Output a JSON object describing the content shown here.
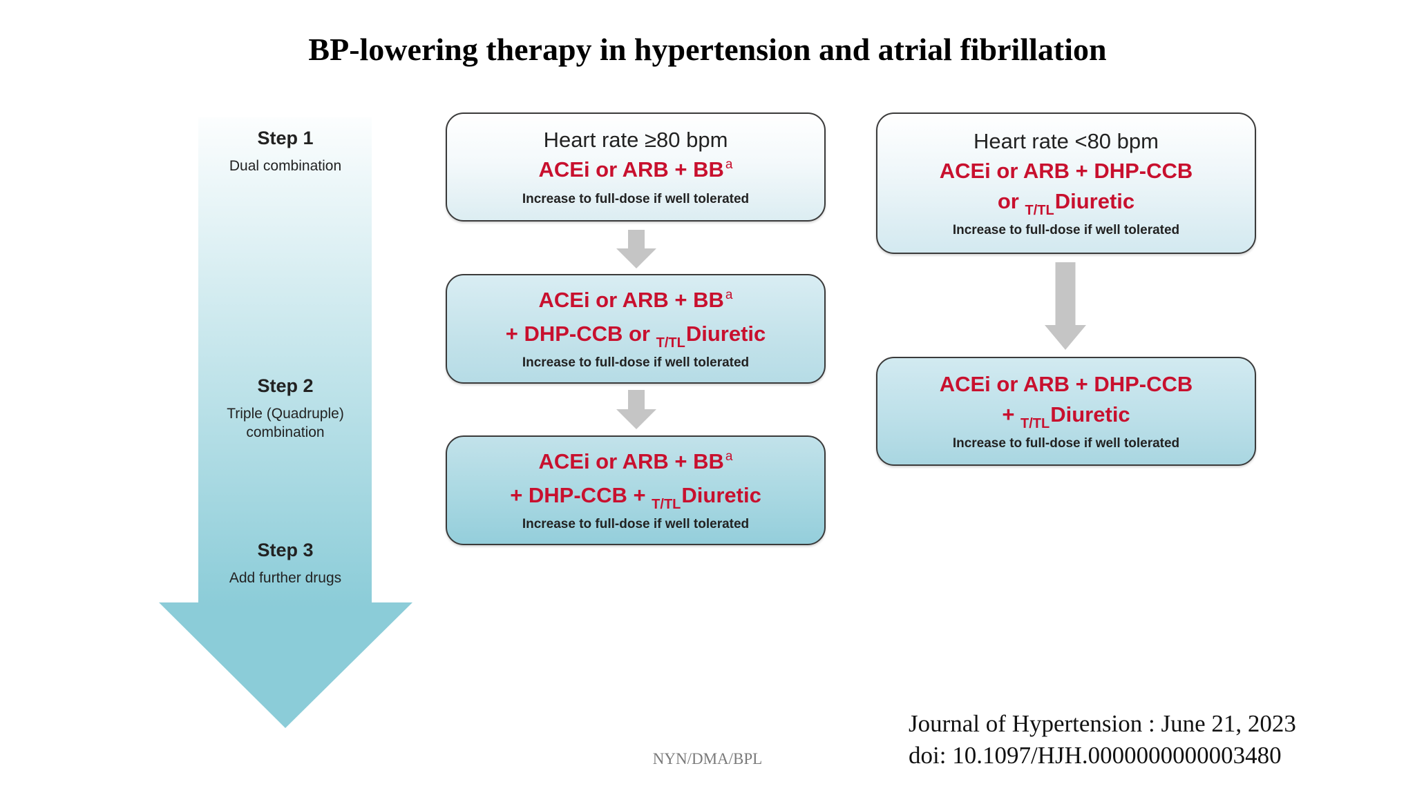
{
  "title": "BP-lowering therapy in hypertension and atrial fibrillation",
  "colors": {
    "drug_text": "#c8102e",
    "box_border": "#3a3a3a",
    "connector_arrow": "#c5c5c5",
    "progression_arrow_top": "#ffffff",
    "progression_arrow_bottom": "#8bccd8"
  },
  "icons": {
    "progression": "down-arrow-icon",
    "connector": "down-arrow-icon"
  },
  "steps": [
    {
      "label": "Step 1",
      "desc_lines": [
        "Dual combination"
      ]
    },
    {
      "label": "Step 2",
      "desc_lines": [
        "Triple (Quadruple)",
        "combination"
      ]
    },
    {
      "label": "Step 3",
      "desc_lines": [
        "Add further drugs"
      ]
    }
  ],
  "high_rate_path": {
    "boxes": [
      {
        "heading": "Heart rate ≥80 bpm",
        "drug_line1": {
          "text": "ACEi or ARB + BB",
          "sup": "a"
        },
        "note": "Increase to full-dose if well tolerated"
      },
      {
        "drug_line1": {
          "text": "ACEi or ARB + BB",
          "sup": "a"
        },
        "drug_line2": {
          "pre": "+ DHP-CCB or ",
          "sub": "T/TL",
          "post": "Diuretic"
        },
        "note": "Increase to full-dose if well tolerated"
      },
      {
        "drug_line1": {
          "text": "ACEi or ARB + BB",
          "sup": "a"
        },
        "drug_line2": {
          "pre": "+ DHP-CCB + ",
          "sub": "T/TL",
          "post": "Diuretic"
        },
        "note": "Increase to full-dose if well tolerated"
      }
    ]
  },
  "low_rate_path": {
    "boxes": [
      {
        "heading": "Heart rate <80 bpm",
        "drug_line1": {
          "text": "ACEi or ARB + DHP-CCB"
        },
        "drug_line2": {
          "pre": "or ",
          "sub": "T/TL",
          "post": "Diuretic"
        },
        "note": "Increase to full-dose if well tolerated"
      },
      {
        "drug_line1": {
          "text": "ACEi or ARB + DHP-CCB"
        },
        "drug_line2": {
          "pre": "+ ",
          "sub": "T/TL",
          "post": "Diuretic"
        },
        "note": "Increase to full-dose if well tolerated"
      }
    ]
  },
  "footer": {
    "initials": "NYN/DMA/BPL",
    "journal": "Journal of Hypertension : June 21, 2023",
    "doi": "doi: 10.1097/HJH.0000000000003480"
  }
}
